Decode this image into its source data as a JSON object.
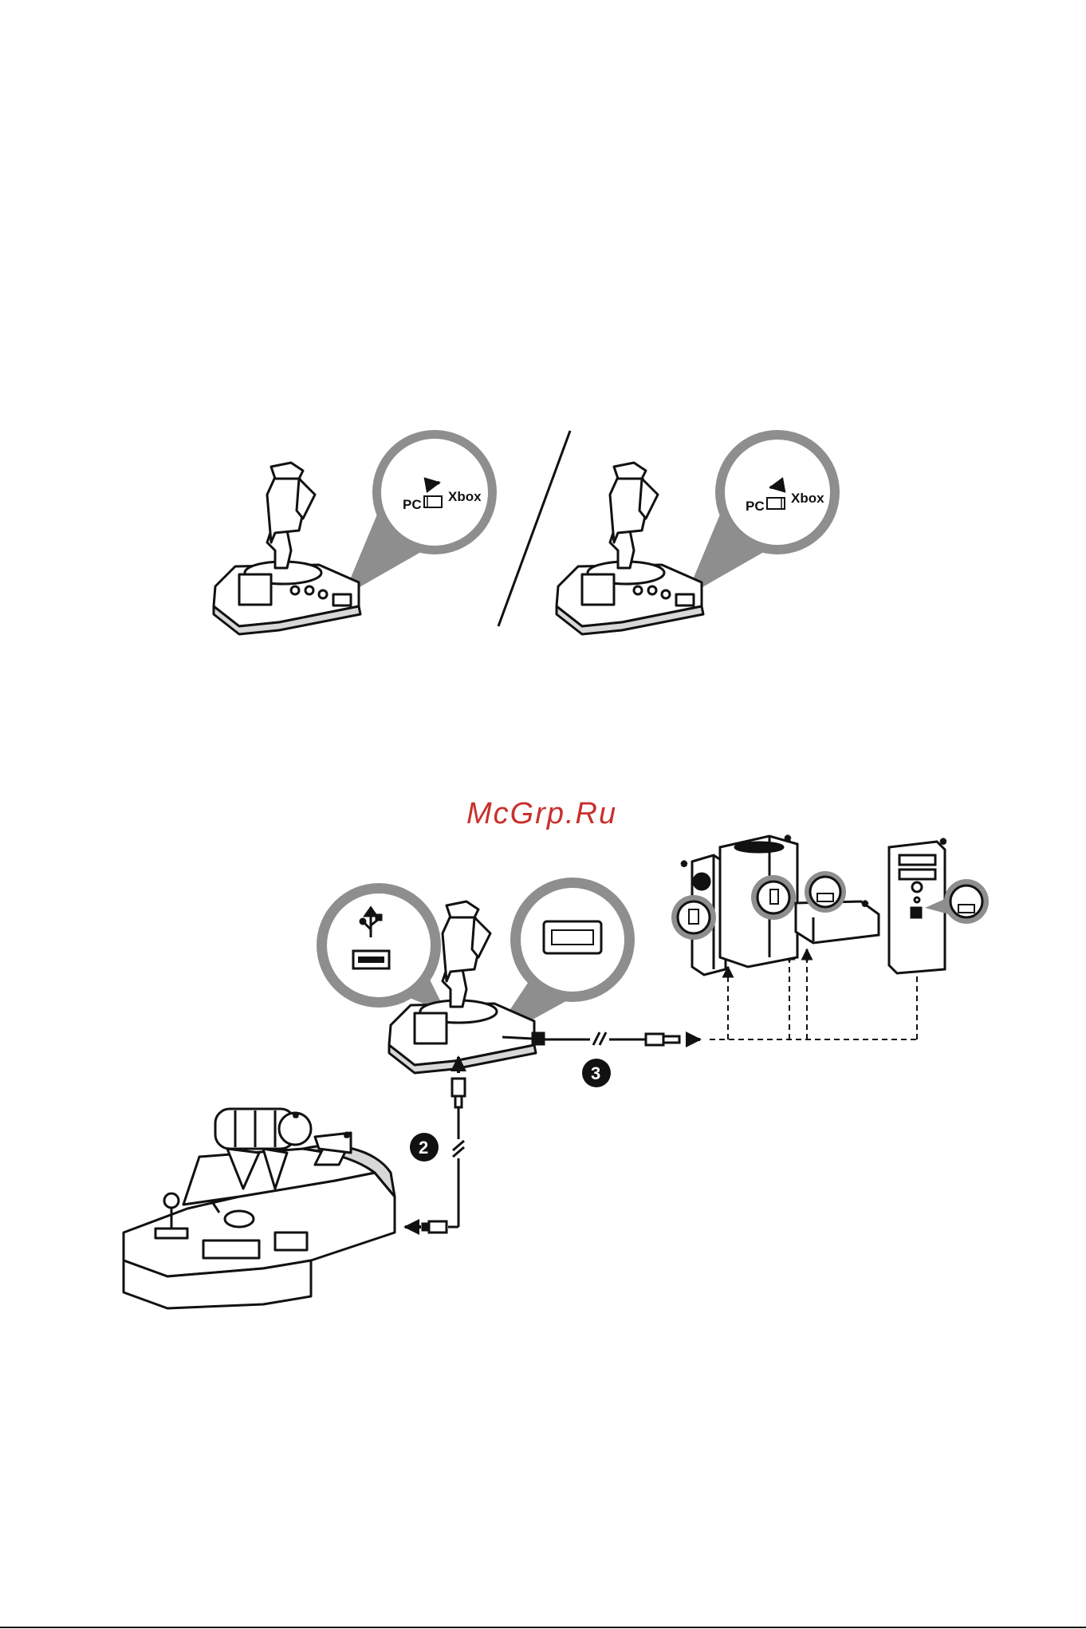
{
  "switch_panel": {
    "left": {
      "pc": "PC",
      "xbox": "Xbox",
      "arrow": "right"
    },
    "right": {
      "pc": "PC",
      "xbox": "Xbox",
      "arrow": "left"
    }
  },
  "watermark": "McGrp.Ru",
  "steps": {
    "two": "2",
    "three": "3"
  },
  "asterisk": "*",
  "icons": {
    "usb": "usb-icon",
    "port": "usb-port-icon",
    "arrow": "arrow-icon"
  },
  "colors": {
    "line": "#111111",
    "zoom_fill": "#8e8e8e",
    "watermark": "#c8302c"
  }
}
